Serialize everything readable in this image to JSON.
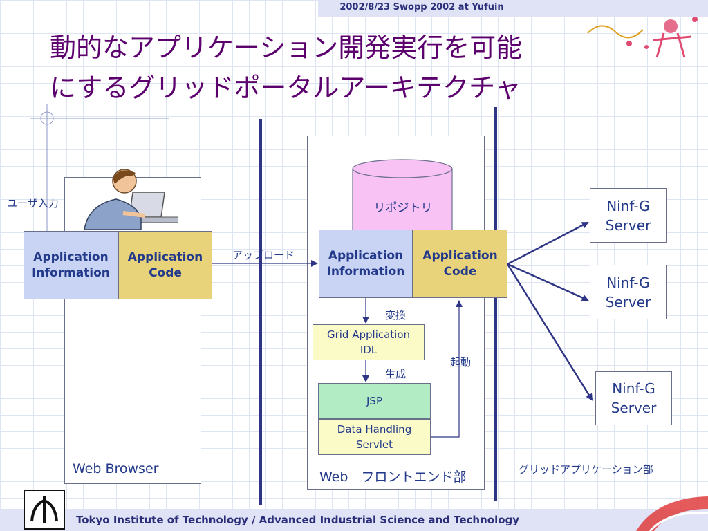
{
  "header": {
    "text": "2002/8/23 Swopp 2002 at Yufuin"
  },
  "title": {
    "line1": "動的なアプリケーション開発実行を可能",
    "line2": "にするグリッドポータルアーキテクチャ"
  },
  "user_input_label": "ユーザ入力",
  "browser": {
    "label": "Web Browser",
    "app_info": "Application\nInformation",
    "app_code": "Application\nCode"
  },
  "upload_label": "アップロード",
  "repository_label": "リポジトリ",
  "frontend": {
    "label": "Web　フロントエンド部",
    "app_info": "Application\nInformation",
    "app_code": "Application\nCode",
    "convert_label": "変換",
    "idl": "Grid Application\nIDL",
    "generate_label": "生成",
    "jsp": "JSP",
    "servlet": "Data Handling\nServlet",
    "launch_label": "起動"
  },
  "servers": [
    {
      "label": "Ninf-G\nServer"
    },
    {
      "label": "Ninf-G\nServer"
    },
    {
      "label": "Ninf-G\nServer"
    }
  ],
  "grid_app_label": "グリッドアプリケーション部",
  "footer": {
    "text": "Tokyo Institute of Technology / Advanced Industrial Science and Technology"
  },
  "colors": {
    "title": "#5c006e",
    "text": "#233a8a",
    "line": "#2f3585"
  }
}
